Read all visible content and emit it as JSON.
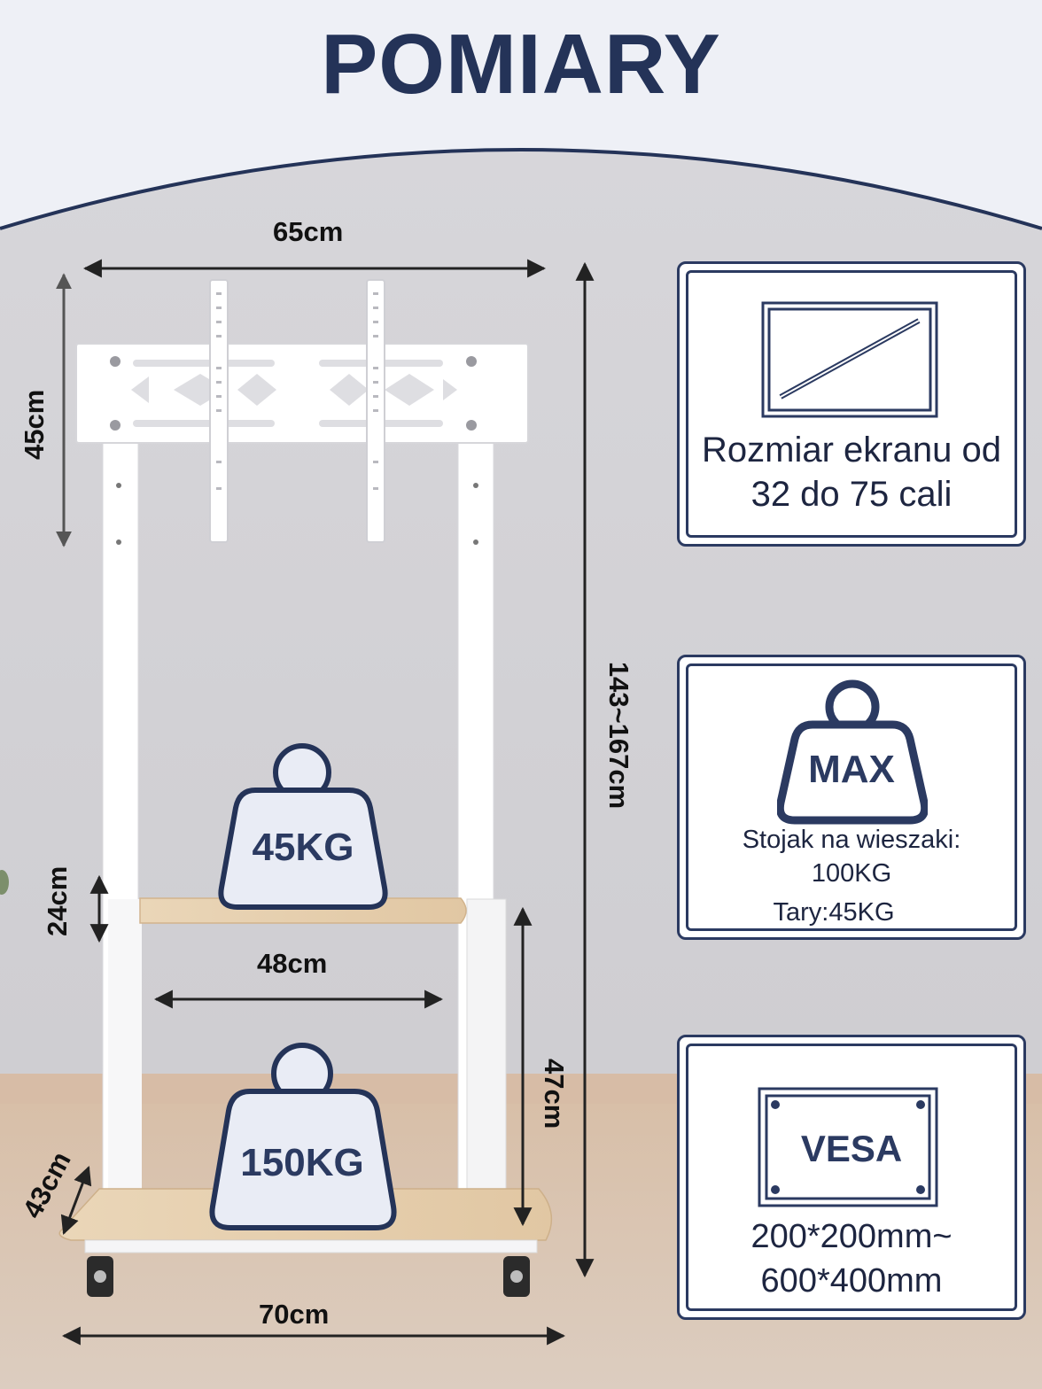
{
  "title": "POMIARY",
  "dimensions": {
    "top_width": "65cm",
    "plate_height": "45cm",
    "total_height": "143~167cm",
    "shelf_height": "24cm",
    "shelf_width": "48cm",
    "lower_height": "47cm",
    "base_depth": "43cm",
    "base_width": "70cm"
  },
  "weights": {
    "upper_shelf": "45KG",
    "lower_shelf": "150KG"
  },
  "cards": {
    "screen": {
      "icon": "tv-screen-icon",
      "line1": "Rozmiar ekranu od",
      "line2": "32 do 75 cali"
    },
    "load": {
      "icon": "weight-icon",
      "badge": "MAX",
      "line1": "Stojak na wieszaki:",
      "line2": "100KG",
      "line3": "Tary:45KG"
    },
    "vesa": {
      "icon": "vesa-plate-icon",
      "badge": "VESA",
      "line1": "200*200mm~",
      "line2": "600*400mm"
    }
  },
  "colors": {
    "navy": "#243358",
    "wall": "#d3d2d6",
    "floor": "#d9c1ad",
    "wood": "#e6cfae",
    "stand": "#ffffff"
  }
}
